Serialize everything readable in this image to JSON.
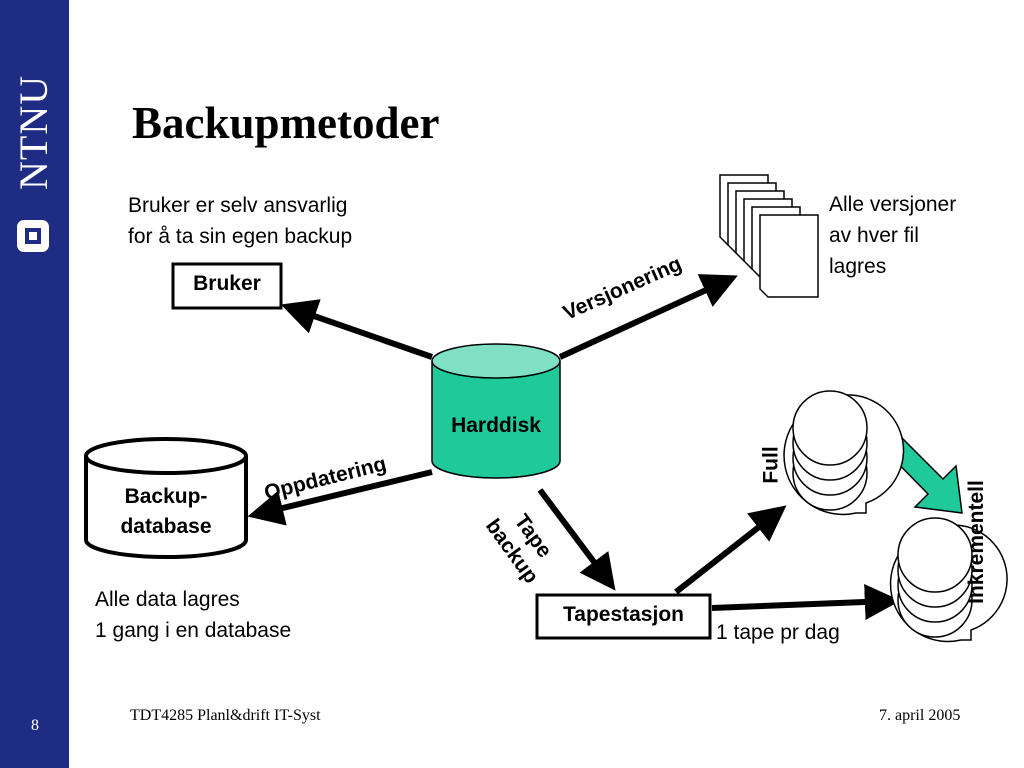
{
  "sidebar": {
    "logo_text": "NTNU",
    "page_number": "8",
    "color": "#1e2c84"
  },
  "title": "Backupmetoder",
  "notes": {
    "user_line1": "Bruker er selv ansvarlig",
    "user_line2": "for å ta sin egen backup",
    "versions_line1": "Alle versjoner",
    "versions_line2": "av hver fil",
    "versions_line3": "lagres",
    "database_line1": "Alle data lagres",
    "database_line2": "1 gang i en database",
    "tape_per_day": "1 tape pr dag"
  },
  "nodes": {
    "bruker": "Bruker",
    "harddisk": "Harddisk",
    "backup_db_line1": "Backup-",
    "backup_db_line2": "database",
    "tapestasjon": "Tapestasjon"
  },
  "edge_labels": {
    "versjonering": "Versjonering",
    "oppdatering": "Oppdatering",
    "tape_line1": "Tape",
    "tape_line2": "backup",
    "full": "Full",
    "inkrementell": "Inkrementell"
  },
  "footer": {
    "course": "TDT4285 Planl&drift IT-Syst",
    "date": "7. april 2005"
  },
  "colors": {
    "harddisk_fill": "#1fc99a",
    "harddisk_top": "#7fe0c4",
    "green_arrow": "#1fc99a"
  }
}
